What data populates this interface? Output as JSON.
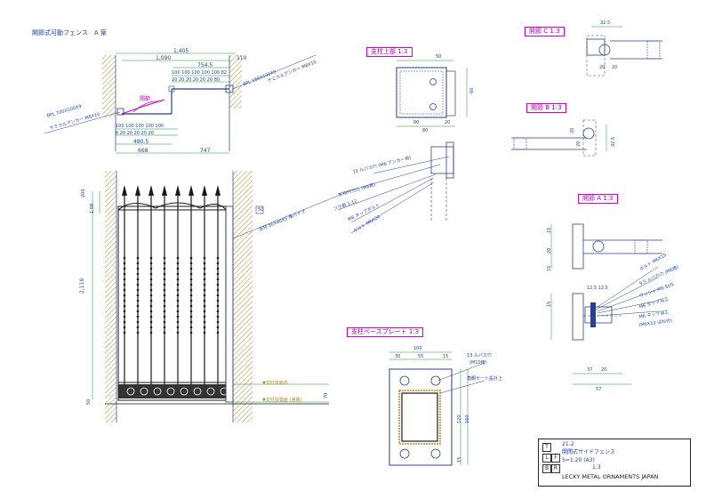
{
  "titles": {
    "main": "開節式可動フェンス　A 案",
    "top_post": "支柱上部 1:3",
    "joint_c": "開節 C 1:3",
    "joint_b": "開節 B 1:3",
    "joint_a": "開節 A 1:3",
    "base_plate": "支柱ベースプレート 1:3"
  },
  "plan_dims": {
    "total": "1,405",
    "d1": "1,090",
    "d2": "754.5",
    "d3": "110",
    "seg_top": "100 100 100 100 100 82",
    "seg_top2": "20 20 20 20 20 20 80",
    "seg_bot": "100 100 100 100 100",
    "seg_bot2": "6 20 20 20 20 20",
    "d4": "480.5",
    "d5": "668",
    "d6": "747",
    "hinge": "開節",
    "leader_l1": "BPL 100X100X9",
    "leader_l2": "ケミカルアンカー M8X10",
    "leader_r1": "BPL 160X100X9",
    "leader_r2": "ケミカルアンカー M8X10"
  },
  "elev_dims": {
    "h_total": "2,119",
    "top1": "200",
    "top2": "1,08",
    "left_bot": "50",
    "right_tag": "50",
    "pipe": "支柱 80X80X5 角パイプ",
    "gl1": "▼支柱床面高",
    "gl2": "▼支柱設置面 (通路)",
    "right_v": "70"
  },
  "top_post_notes": {
    "w": "50",
    "h": "60",
    "d1": "60",
    "d2": "20",
    "d3": "80",
    "n1": "11 ルバカ穴 (M8 アンカー用)",
    "n2": "9 ルバカ穴 (M6用)",
    "n3": "フラ板 1:12",
    "n4": "M6 タップボルト",
    "n5": "ボルト M6X20"
  },
  "joint_c": {
    "d1": "32.5",
    "d2": "20",
    "d3": "20"
  },
  "joint_b": {
    "d1": "20",
    "d2": "20",
    "d3": "32.5"
  },
  "joint_a": {
    "d1": "15",
    "d2": "20",
    "d3": "15",
    "d4": "12.5 12.5",
    "d5": "37",
    "d6": "20",
    "d7": "57",
    "d8": "15",
    "n1": "ボルト M6X15",
    "n2": "9.5 ルバカ穴 (M6用)",
    "n3": "ワッシャ M6 SUS",
    "n4": "M6 タップ加工",
    "n5": "M6 タップ加工",
    "n6": "(M6X10 ばね付)"
  },
  "base_plate": {
    "w": "100",
    "d1": "30",
    "d2": "55",
    "d3": "15",
    "h1": "120",
    "h2": "160",
    "h3": "15",
    "n1": "13 ルバカ穴",
    "n2": "(M10用)",
    "n3": "角鋼ゲート設計上"
  },
  "title_block": {
    "no": "21-2",
    "name": "開閉式サイドフェンス",
    "scale_note": "S=1:20 (A3)",
    "scale": "1:3",
    "company": "LECKY METAL ORNAMENTS JAPAN",
    "letters": [
      "T",
      "L",
      "F",
      "R",
      "B"
    ]
  },
  "colors": {
    "line": "#2a3f8f",
    "dim": "#1f8f3a",
    "accent": "#c000c0",
    "hatch": "#b08a2a",
    "ink": "#1a1a1a"
  }
}
